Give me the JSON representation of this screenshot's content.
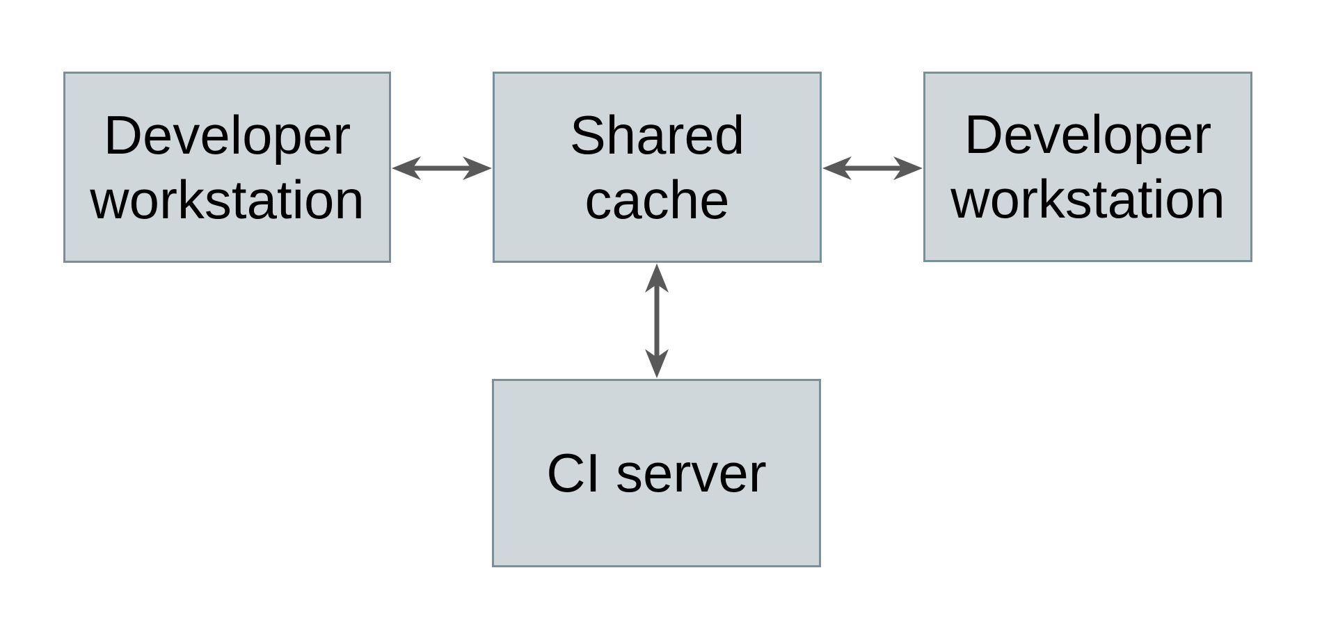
{
  "diagram": {
    "type": "architecture-diagram",
    "colors": {
      "background": "#ffffff",
      "node_fill": "#cfd7da",
      "node_border": "#78909c",
      "arrow": "#595959",
      "text": "#000000"
    },
    "nodes": [
      {
        "id": "developer-workstation-left",
        "label": "Developer workstation",
        "lines": [
          "Developer",
          "workstation"
        ]
      },
      {
        "id": "shared-cache",
        "label": "Shared cache",
        "lines": [
          "Shared",
          "cache"
        ]
      },
      {
        "id": "developer-workstation-right",
        "label": "Developer workstation",
        "lines": [
          "Developer",
          "workstation"
        ]
      },
      {
        "id": "ci-server",
        "label": "CI server",
        "lines": [
          "CI server"
        ]
      }
    ],
    "edges": [
      {
        "from": "developer-workstation-left",
        "to": "shared-cache",
        "direction": "bidirectional"
      },
      {
        "from": "shared-cache",
        "to": "developer-workstation-right",
        "direction": "bidirectional"
      },
      {
        "from": "shared-cache",
        "to": "ci-server",
        "direction": "bidirectional"
      }
    ]
  }
}
